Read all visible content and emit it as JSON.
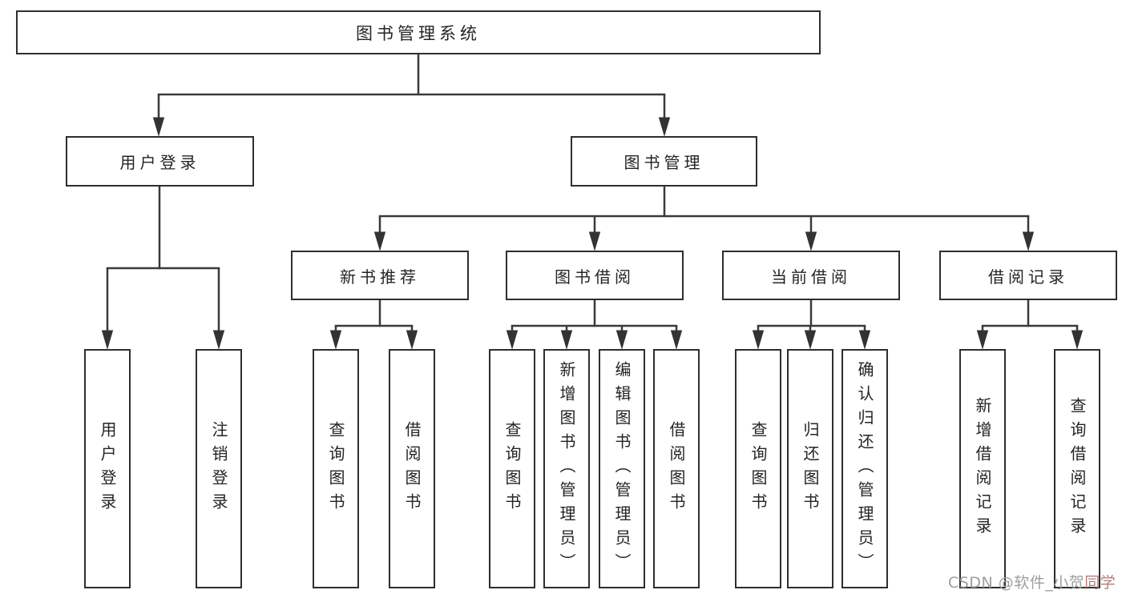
{
  "diagram": {
    "title": "图书管理系统",
    "nodes": {
      "root": "图书管理系统",
      "user_login": "用户登录",
      "book_mgmt": "图书管理",
      "leaf_user_login": "用户登录",
      "leaf_logout": "注销登录",
      "new_book_rec": "新书推荐",
      "book_borrow": "图书借阅",
      "current_borrow": "当前借阅",
      "borrow_record": "借阅记录",
      "nbr_query_book": "查询图书",
      "nbr_borrow_book": "借阅图书",
      "bb_query_book": "查询图书",
      "bb_add_book": "新增图书（管理员）",
      "bb_edit_book": "编辑图书（管理员）",
      "bb_borrow_book": "借阅图书",
      "cb_query_book": "查询图书",
      "cb_return_book": "归还图书",
      "cb_confirm_return": "确认归还（管理员）",
      "br_add_record": "新增借阅记录",
      "br_query_record": "查询借阅记录"
    },
    "edges": [
      [
        "root",
        "user_login"
      ],
      [
        "root",
        "book_mgmt"
      ],
      [
        "user_login",
        "leaf_user_login"
      ],
      [
        "user_login",
        "leaf_logout"
      ],
      [
        "book_mgmt",
        "new_book_rec"
      ],
      [
        "book_mgmt",
        "book_borrow"
      ],
      [
        "book_mgmt",
        "current_borrow"
      ],
      [
        "book_mgmt",
        "borrow_record"
      ],
      [
        "new_book_rec",
        "nbr_query_book"
      ],
      [
        "new_book_rec",
        "nbr_borrow_book"
      ],
      [
        "book_borrow",
        "bb_query_book"
      ],
      [
        "book_borrow",
        "bb_add_book"
      ],
      [
        "book_borrow",
        "bb_edit_book"
      ],
      [
        "book_borrow",
        "bb_borrow_book"
      ],
      [
        "current_borrow",
        "cb_query_book"
      ],
      [
        "current_borrow",
        "cb_return_book"
      ],
      [
        "current_borrow",
        "cb_confirm_return"
      ],
      [
        "borrow_record",
        "br_add_record"
      ],
      [
        "borrow_record",
        "br_query_record"
      ]
    ],
    "colors": {
      "line": "#3a3a3a",
      "box_border": "#2e2e2e",
      "text": "#242424",
      "watermark_gray": "#9e9e9e",
      "watermark_accent": "#b37c78"
    }
  },
  "watermark": {
    "text_main": "CSDN @软件_小贺",
    "text_accent": "同学"
  }
}
